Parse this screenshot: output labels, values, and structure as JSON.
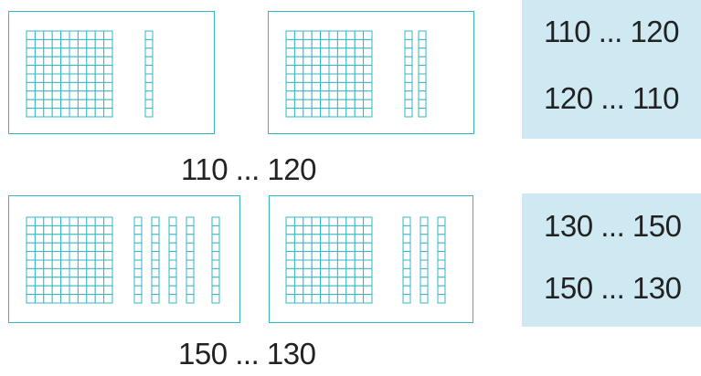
{
  "colors": {
    "block_stroke": "#35b6c4",
    "block_fill": "#ffffff",
    "panel_fill": "#cfe9f3",
    "text": "#222222"
  },
  "row1": {
    "left_card": {
      "hundreds": 1,
      "tens": 1
    },
    "right_card": {
      "hundreds": 1,
      "tens": 2
    },
    "caption": "110 ... 120",
    "panel": {
      "line1": "110 ... 120",
      "line2": "120 ... 110"
    }
  },
  "row2": {
    "left_card": {
      "hundreds": 1,
      "tens": 5
    },
    "right_card": {
      "hundreds": 1,
      "tens": 3
    },
    "caption": "150 ... 130",
    "panel": {
      "line1": "130 ... 150",
      "line2": "150 ... 130"
    }
  }
}
